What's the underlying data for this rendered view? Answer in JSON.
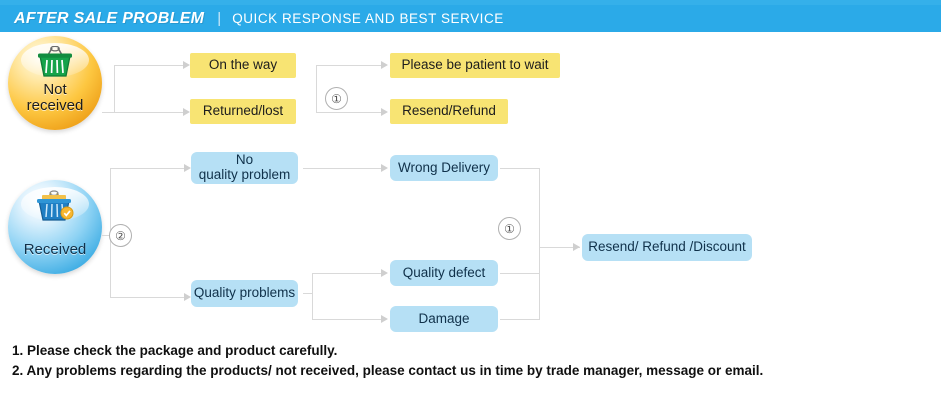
{
  "header": {
    "title": "AFTER SALE PROBLEM",
    "separator": "|",
    "subtitle": "QUICK RESPONSE AND BEST SERVICE",
    "background_color": "#2BAAE8"
  },
  "badges": {
    "not_received": {
      "label_line1": "Not",
      "label_line2": "received",
      "icon": "shopping-basket-icon",
      "color": "#FDC741"
    },
    "received": {
      "label": "Received",
      "icon": "shopping-basket-icon",
      "color": "#8FD3F4"
    }
  },
  "flow": {
    "markers": {
      "one": "①",
      "two": "②"
    },
    "not_received_branch": {
      "causes": [
        {
          "label": "On the way"
        },
        {
          "label": "Returned/lost"
        }
      ],
      "resolutions": [
        {
          "label": "Please be patient to wait"
        },
        {
          "label": "Resend/Refund"
        }
      ]
    },
    "received_branch": {
      "categories": [
        {
          "label_line1": "No",
          "label_line2": "quality problem"
        },
        {
          "label": "Quality problems"
        }
      ],
      "issues": [
        {
          "label": "Wrong Delivery"
        },
        {
          "label": "Quality defect"
        },
        {
          "label": "Damage"
        }
      ],
      "resolution": {
        "label": "Resend/ Refund /Discount"
      }
    }
  },
  "colors": {
    "yellow_box": "#F8E473",
    "blue_box": "#B6E0F5",
    "connector": "#D9D9D9"
  },
  "notes": [
    "1. Please check the package and product carefully.",
    "2. Any problems regarding the products/ not received, please contact us in time by trade manager, message or email."
  ]
}
